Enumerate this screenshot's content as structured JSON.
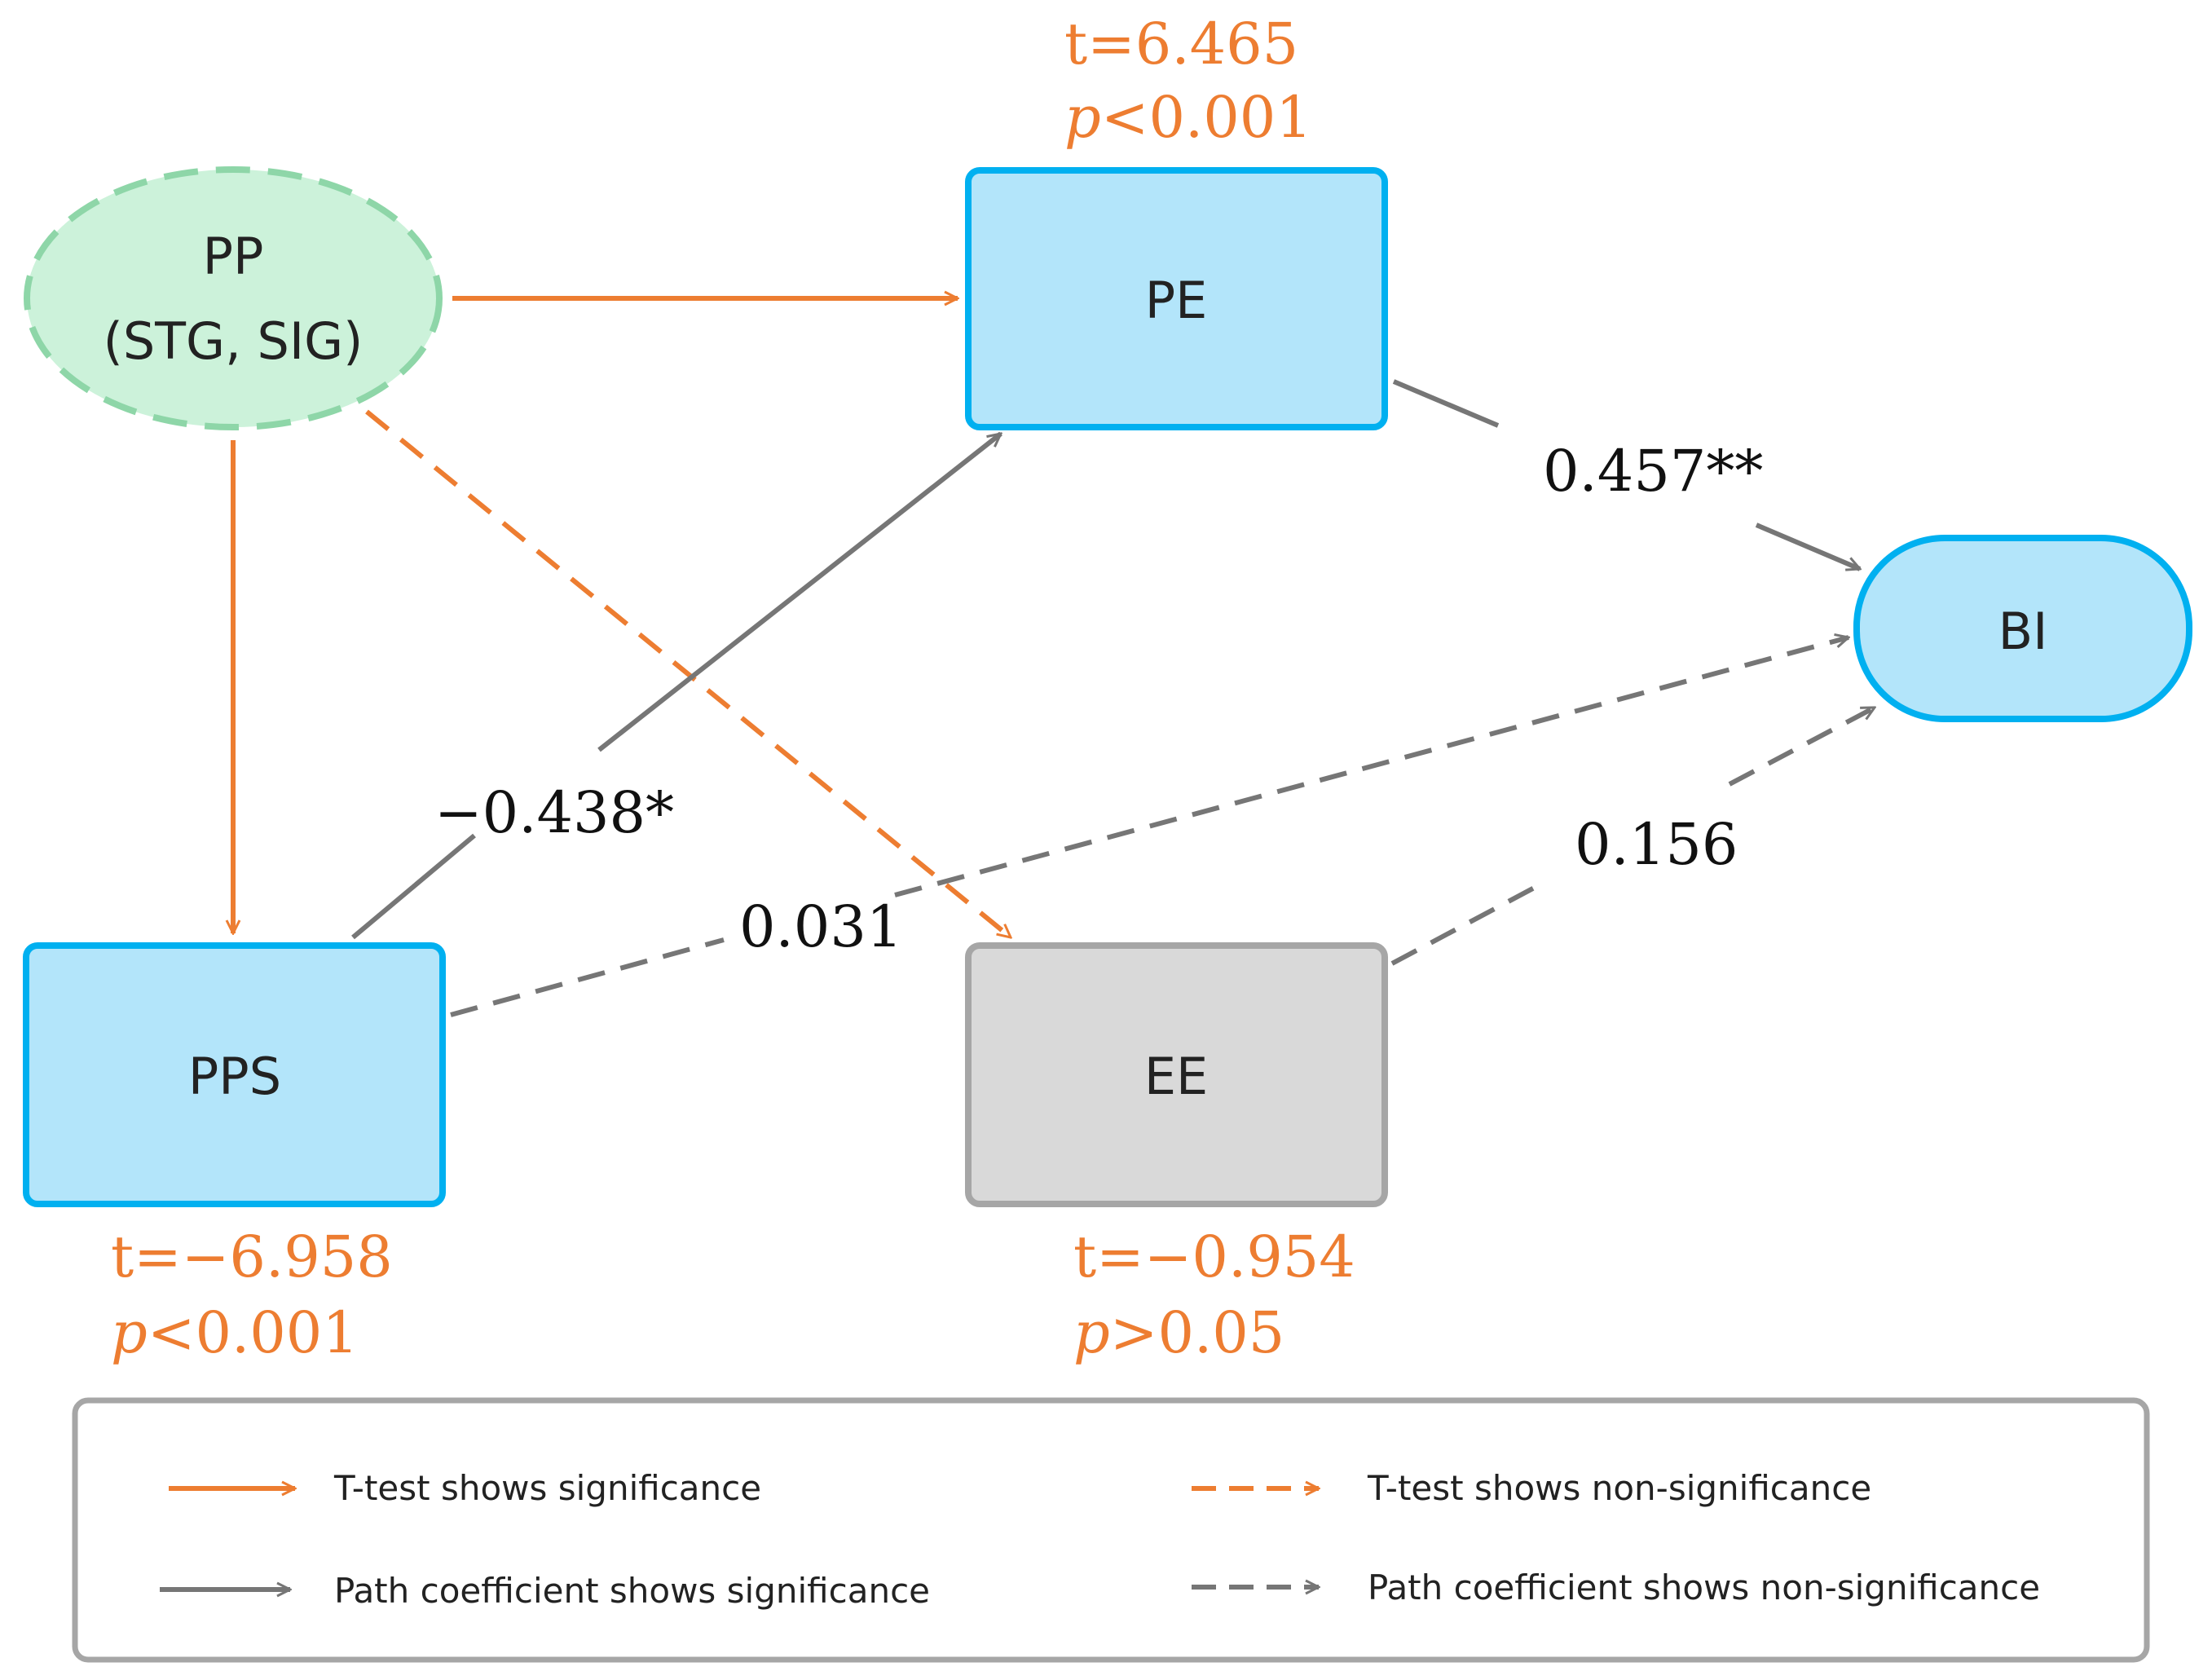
{
  "colors": {
    "significant_t": "#ED7D31",
    "path_coef": "#767676",
    "node_fill_blue": "#B3E5FA",
    "node_stroke_blue": "#00B0F0",
    "node_fill_grey": "#D9D9D9",
    "node_stroke_grey": "#A6A6A6",
    "pp_fill": "#CCF2DA",
    "pp_stroke": "#8ED6A8",
    "legend_border": "#A6A6A6"
  },
  "nodes": {
    "pp": {
      "line1": "PP",
      "line2": "(STG, SIG)"
    },
    "pe": {
      "label": "PE",
      "t": "t=6.465",
      "p_symbol": "p",
      "p_value": "<0.001"
    },
    "pps": {
      "label": "PPS",
      "t": "t=−6.958",
      "p_symbol": "p",
      "p_value": "<0.001"
    },
    "ee": {
      "label": "EE",
      "t": "t=−0.954",
      "p_symbol": "p",
      "p_value": ">0.05"
    },
    "bi": {
      "label": "BI"
    }
  },
  "paths": {
    "pe_bi": "0.457**",
    "pps_pe": "−0.438*",
    "pps_bi": "0.031",
    "ee_bi": "0.156"
  },
  "legend": {
    "t_sig": "T-test shows significance",
    "t_nonsig": "T-test shows non-significance",
    "path_sig": "Path coefficient shows significance",
    "path_nonsig": "Path coefficient shows non-significance"
  }
}
